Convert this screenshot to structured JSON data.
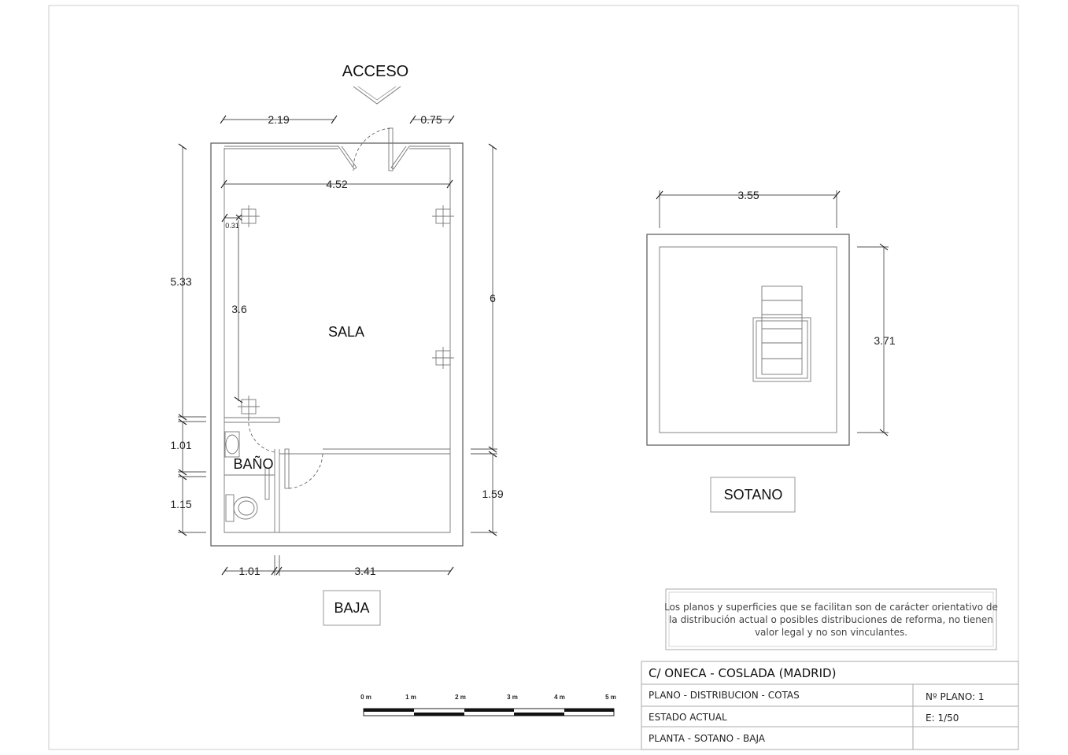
{
  "plan": {
    "access_label": "ACCESO",
    "rooms": {
      "sala": "SALA",
      "bano": "BAÑO"
    },
    "baja": {
      "label": "BAJA",
      "dims": {
        "top_left": "2.19",
        "top_right": "0.75",
        "inner_width": "4.52",
        "left_height": "5.33",
        "inner_left": "3.6",
        "small_offset": "0.31",
        "right_height": "6",
        "bath_upper": "1.01",
        "bath_lower": "1.15",
        "right_lower": "1.59",
        "bottom_left": "1.01",
        "bottom_right": "3.41"
      }
    },
    "sotano": {
      "label": "SOTANO",
      "dims": {
        "width": "3.55",
        "height": "3.71"
      }
    }
  },
  "note": {
    "line1": "Los planos y superficies que se facilitan son de carácter orientativo de",
    "line2": "la distribución actual o posibles distribuciones de reforma, no tienen",
    "line3": "valor legal y no son vinculantes."
  },
  "scale_bar": {
    "labels": [
      "0 m",
      "1 m",
      "2 m",
      "3 m",
      "4 m",
      "5 m"
    ]
  },
  "title_block": {
    "address": "C/  ONECA - COSLADA   (MADRID)",
    "plano": "PLANO   -  DISTRIBUCION - COTAS",
    "num_plano": "Nº PLANO:  1",
    "estado": "ESTADO  ACTUAL",
    "escala": "E: 1/50",
    "planta": "PLANTA - SOTANO - BAJA"
  }
}
